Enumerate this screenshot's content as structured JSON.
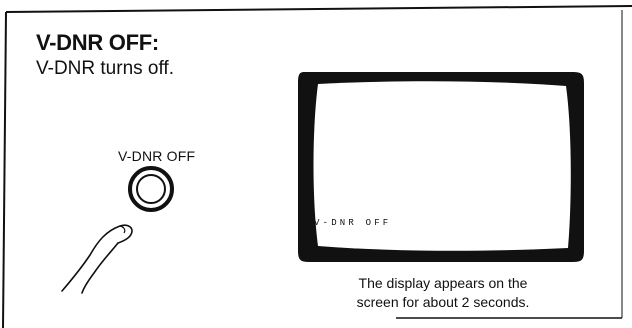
{
  "heading": "V-DNR OFF:",
  "description": "V-DNR turns off.",
  "button": {
    "label": "V-DNR OFF"
  },
  "tv": {
    "osd_text": "V-DNR OFF"
  },
  "caption": {
    "line1": "The display appears on the",
    "line2": "screen for about 2 seconds."
  },
  "icons": [
    "round-button-icon",
    "pointing-hand-icon",
    "tv-screen-icon"
  ]
}
